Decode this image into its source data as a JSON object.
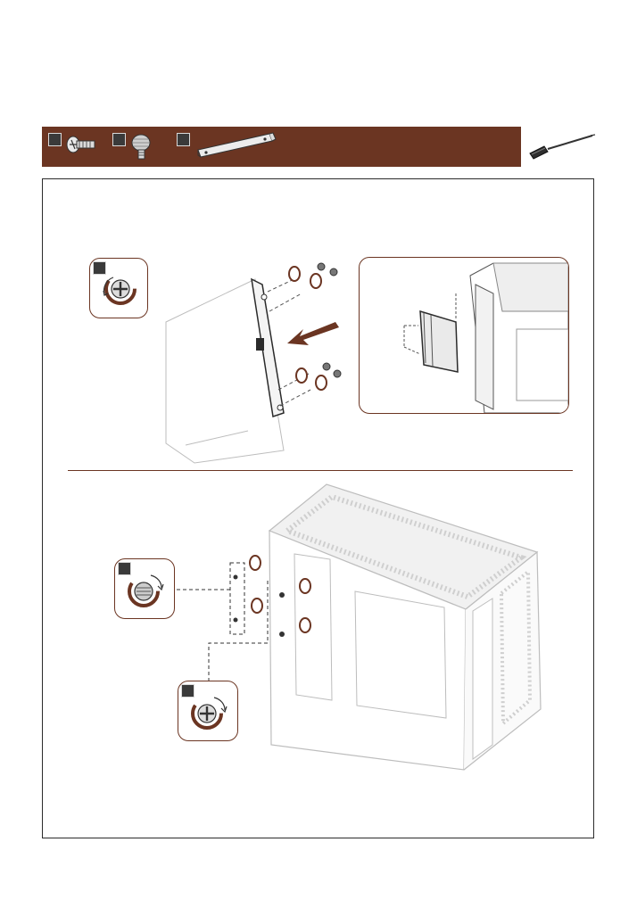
{
  "parts": [
    {
      "id": "part-a",
      "icon": "screw-icon",
      "badge": ""
    },
    {
      "id": "part-b",
      "icon": "thumbscrew-icon",
      "badge": ""
    },
    {
      "id": "part-c",
      "icon": "mounting-bracket-icon",
      "badge": ""
    }
  ],
  "tool": {
    "icon": "screwdriver-icon"
  },
  "colors": {
    "accent": "#6b3522",
    "line": "#2b2b2b",
    "light_line": "#bdbdbd"
  },
  "steps": [
    {
      "step": "top",
      "callouts": [
        {
          "badge": ""
        }
      ]
    },
    {
      "step": "bottom",
      "callouts": [
        {
          "badge": ""
        },
        {
          "badge": ""
        }
      ]
    }
  ]
}
